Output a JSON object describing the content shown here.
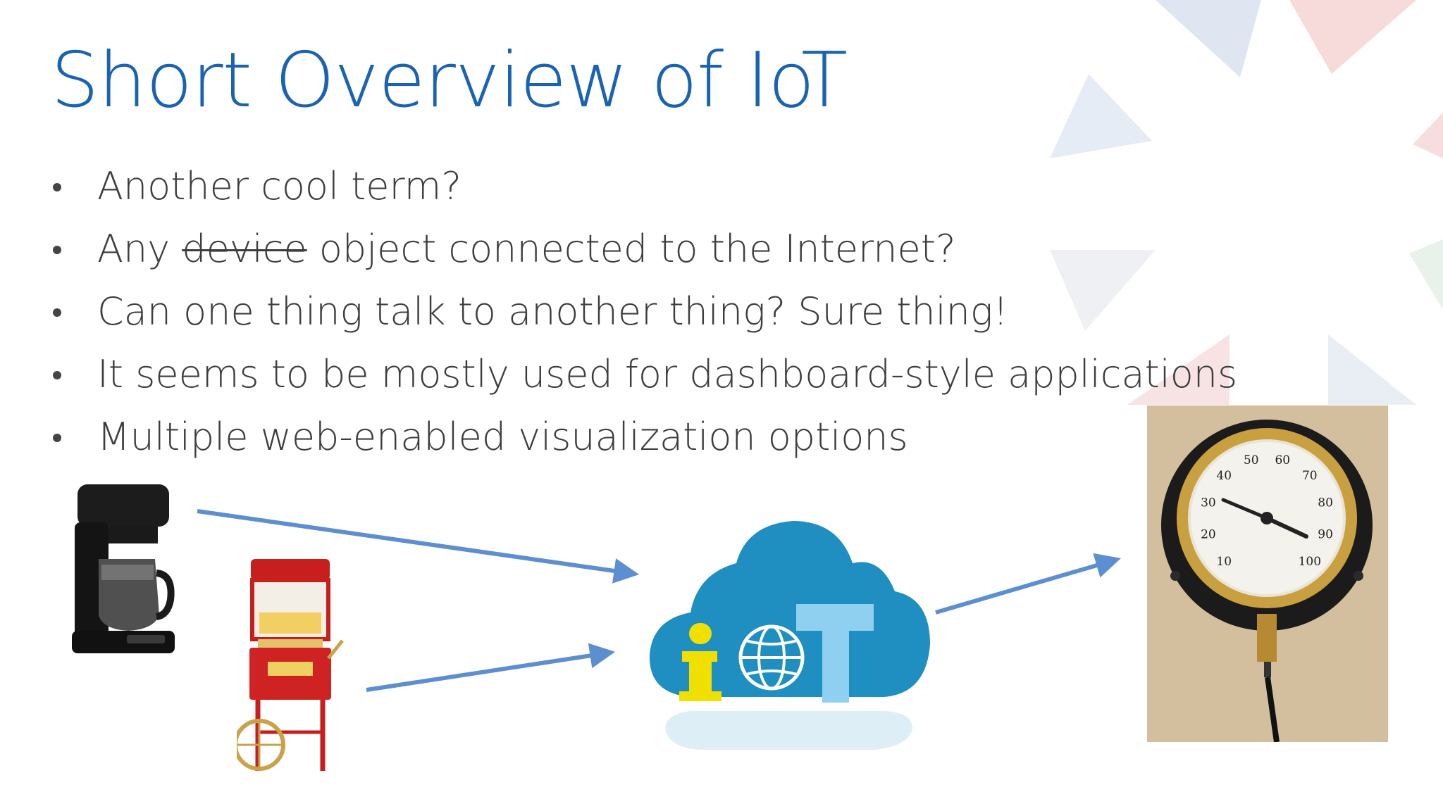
{
  "slide": {
    "title": "Short Overview of IoT",
    "bullets": [
      {
        "text": "Another cool term?"
      },
      {
        "pre": "Any ",
        "struck": "device",
        "post": " object connected to the Internet?"
      },
      {
        "text": "Can one thing talk to another thing? Sure thing!"
      },
      {
        "text": "It seems to be mostly used for dashboard-style applications"
      },
      {
        "text": "Multiple web-enabled visualization options"
      }
    ]
  },
  "images": {
    "coffee_maker": "coffee-maker-icon",
    "popcorn_cart": "popcorn-cart-icon",
    "iot_cloud": "iot-cloud-icon",
    "pressure_gauge": "pressure-gauge-icon"
  },
  "gauge": {
    "ticks": [
      "10",
      "20",
      "30",
      "40",
      "50",
      "60",
      "70",
      "80",
      "90",
      "100"
    ]
  },
  "colors": {
    "title": "#1a63b3",
    "arrow": "#5b8fcf",
    "cloud": "#1e8fc0",
    "iot_i": "#f0e000",
    "iot_t": "#8fd0f0"
  }
}
